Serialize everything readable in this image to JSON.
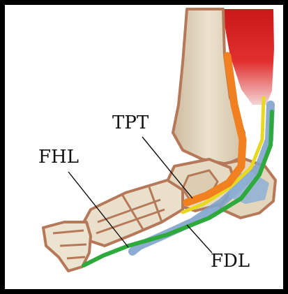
{
  "figure": {
    "labels": {
      "tpt": "TPT",
      "fhl": "FHL",
      "fdl": "FDL"
    }
  },
  "colors": {
    "frame": "#000000",
    "bone_fill": "#e8dcc6",
    "bone_shadow": "#c9b79a",
    "bone_outline": "#b5795a",
    "muscle_red": "#d42020",
    "tpt_tendon": "#f08020",
    "fhl_tendon": "#2eaa3c",
    "fdl_tendon": "#7fa3cc",
    "yellow_tendon": "#e8d820",
    "leader_line": "#111111"
  },
  "icons": [
    "foot-anatomy-illustration"
  ]
}
